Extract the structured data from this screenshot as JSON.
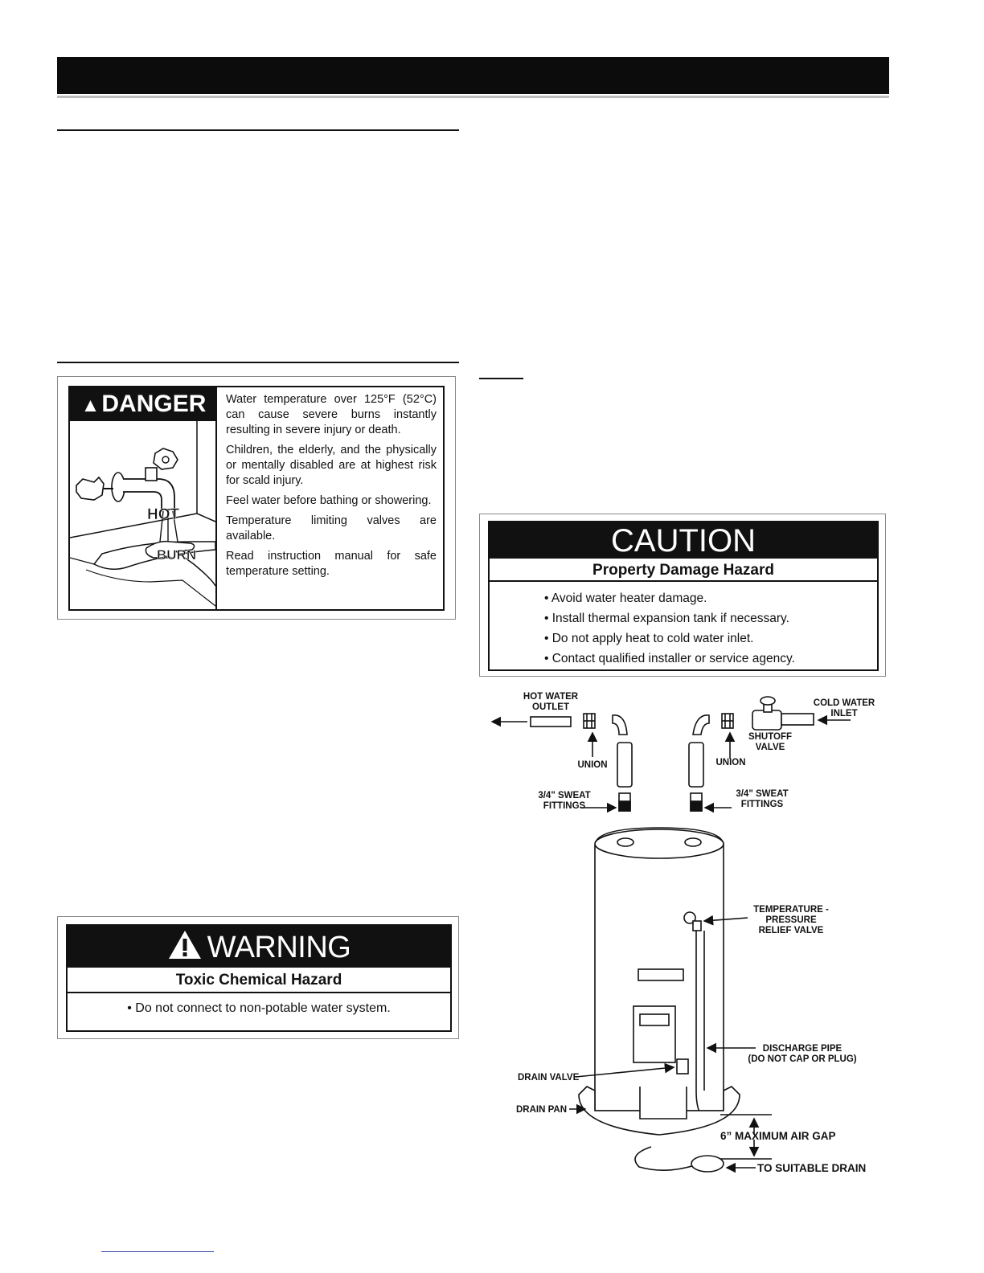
{
  "danger_label": {
    "signal_word": "DANGER",
    "hot_text": "HOT",
    "burn_text": "BURN",
    "paragraphs": [
      "Water temperature over 125°F (52°C) can cause severe burns instantly resulting in severe injury or death.",
      "Children, the elderly, and the physically or mentally disabled are at highest risk for scald injury.",
      "Feel water before bathing or showering.",
      "Temperature limiting valves are available.",
      "Read instruction manual for safe temperature setting."
    ]
  },
  "warning_label": {
    "signal_word": "WARNING",
    "hazard": "Toxic Chemical Hazard",
    "item": "• Do not connect to non-potable water system."
  },
  "caution_label": {
    "signal_word": "CAUTION",
    "hazard": "Property Damage Hazard",
    "items": [
      "• Avoid water heater damage.",
      "• Install thermal expansion tank if necessary.",
      "• Do not apply heat to cold water inlet.",
      "• Contact qualified installer or service agency."
    ]
  },
  "diagram": {
    "hot_water_outlet": [
      "HOT WATER",
      "OUTLET"
    ],
    "cold_water_inlet": [
      "COLD WATER",
      "INLET"
    ],
    "shutoff_valve": [
      "SHUTOFF",
      "VALVE"
    ],
    "union_left": "UNION",
    "union_right": "UNION",
    "sweat_left": [
      "3/4\" SWEAT",
      "FITTINGS"
    ],
    "sweat_right": [
      "3/4\" SWEAT",
      "FITTINGS"
    ],
    "tp_valve": [
      "TEMPERATURE -",
      "PRESSURE",
      "RELIEF VALVE"
    ],
    "discharge_pipe": [
      "DISCHARGE PIPE",
      "(DO NOT CAP OR PLUG)"
    ],
    "drain_valve": "DRAIN VALVE",
    "drain_pan": "DRAIN PAN",
    "air_gap": "6” MAXIMUM AIR GAP",
    "suitable_drain": "TO SUITABLE DRAIN"
  }
}
